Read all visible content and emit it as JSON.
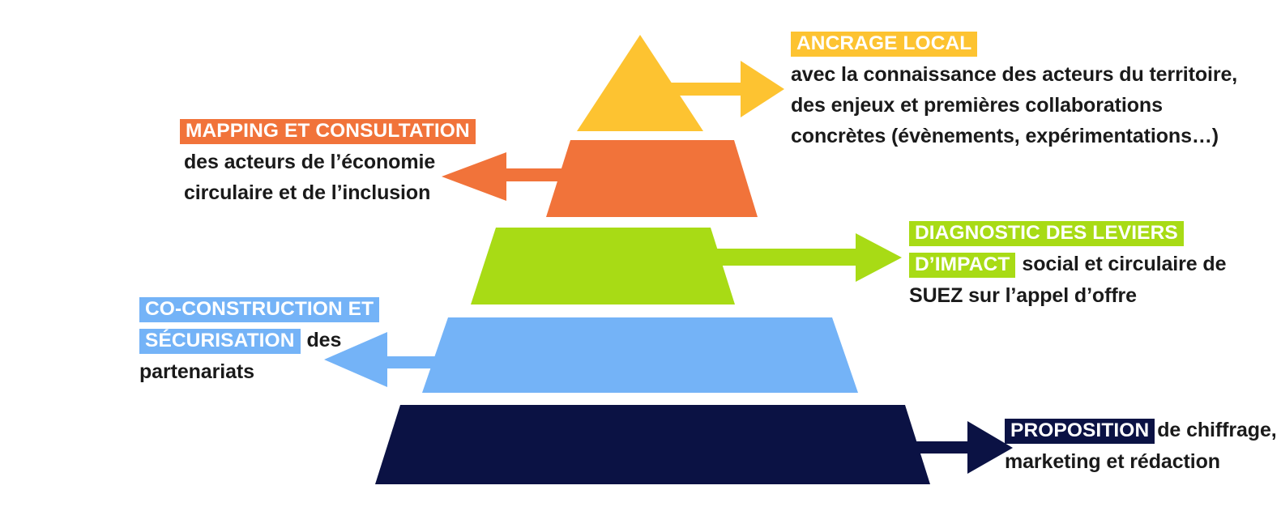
{
  "diagram": {
    "type": "pyramid",
    "title": "",
    "background_color": "#FFFFFF",
    "tiers": [
      {
        "id": "ancrage-local",
        "level": 1,
        "position": "apex",
        "color": "#FDC331",
        "color_name": "yellow",
        "arrow_direction": "right",
        "heading": "ANCRAGE LOCAL",
        "body_lines": [
          "avec la connaissance des acteurs du territoire,",
          "des enjeux et premières collaborations",
          "concrètes (évènements, expérimentations…)"
        ]
      },
      {
        "id": "mapping-et-consultation",
        "level": 2,
        "position": "second",
        "color": "#F1733A",
        "color_name": "orange",
        "arrow_direction": "left",
        "heading": "MAPPING ET CONSULTATION",
        "body_lines": [
          "des acteurs de l’économie",
          "circulaire et de l’inclusion"
        ]
      },
      {
        "id": "diagnostic-des-leviers-dimpact",
        "level": 3,
        "position": "middle",
        "color": "#A8DB15",
        "color_name": "green",
        "arrow_direction": "right",
        "heading": "DIAGNOSTIC DES LEVIERS D’IMPACT",
        "heading_line_1": "DIAGNOSTIC DES LEVIERS",
        "heading_line_2": "D’IMPACT",
        "body_lines": [
          "social et circulaire de",
          "SUEZ sur l’appel d’offre"
        ]
      },
      {
        "id": "co-construction-et-securisation",
        "level": 4,
        "position": "fourth",
        "color": "#74B3F7",
        "color_name": "blue",
        "arrow_direction": "left",
        "heading": "CO-CONSTRUCTION ET SÉCURISATION",
        "heading_line_1": "CO-CONSTRUCTION ET",
        "heading_line_2": "SÉCURISATION",
        "body_lines": [
          "des",
          "partenariats"
        ]
      },
      {
        "id": "proposition",
        "level": 5,
        "position": "base",
        "color": "#0B1244",
        "color_name": "navy",
        "arrow_direction": "right",
        "heading": "PROPOSITION",
        "body_lines": [
          "de chiffrage,",
          "marketing et rédaction"
        ]
      }
    ]
  }
}
